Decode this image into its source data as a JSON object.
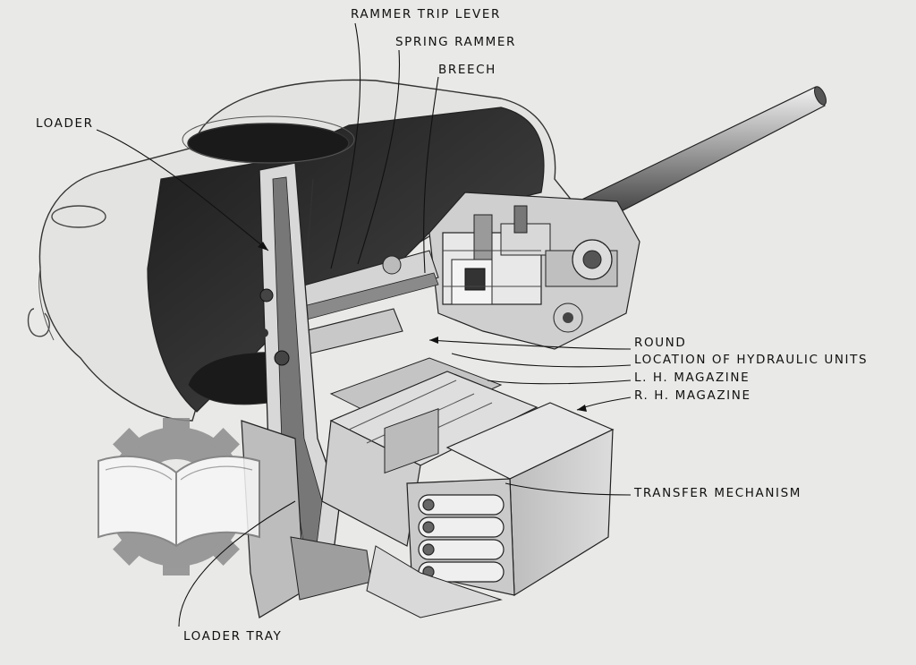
{
  "labels": {
    "rammer_trip_lever": "RAMMER TRIP LEVER",
    "spring_rammer": "SPRING RAMMER",
    "breech": "BREECH",
    "loader": "LOADER",
    "round": "ROUND",
    "hydraulic_units": "LOCATION OF HYDRAULIC UNITS",
    "lh_magazine": "L. H. MAGAZINE",
    "rh_magazine": "R. H. MAGAZINE",
    "transfer_mechanism": "TRANSFER MECHANISM",
    "loader_tray": "LOADER TRAY"
  }
}
